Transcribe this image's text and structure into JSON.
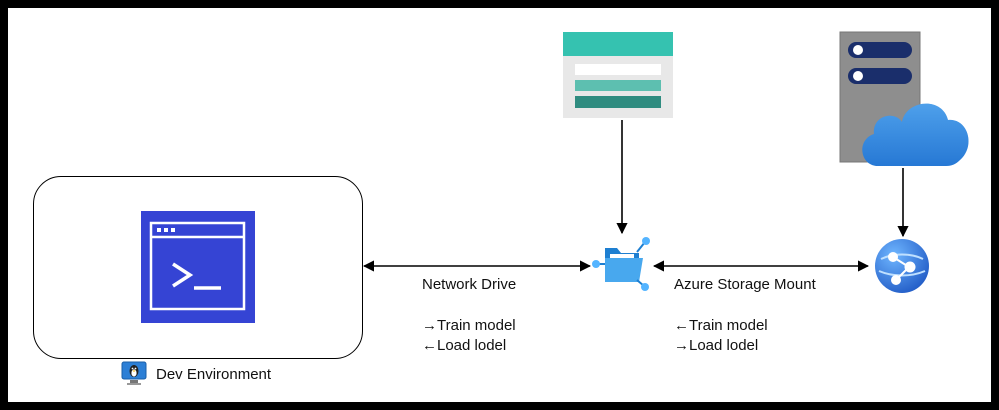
{
  "dev_environment": {
    "label": "Dev Environment"
  },
  "network_drive": {
    "label": "Network Drive",
    "line1": "→Train model",
    "line2": "←Load lodel"
  },
  "azure_storage_mount": {
    "label": "Azure Storage Mount",
    "line1": "←Train model",
    "line2": "→Load lodel"
  },
  "icons": {
    "terminal": "terminal-icon",
    "storage_table": "storage-table-icon",
    "shared_folder": "shared-folder-icon",
    "cloud_server": "cloud-server-icon",
    "web_app": "web-app-icon",
    "linux_vm": "linux-vm-icon"
  },
  "colors": {
    "terminal_bg": "#3544d4",
    "table_teal": "#35c2b0",
    "table_teal_mid": "#5dbfb0",
    "table_teal_dark": "#2f8c80",
    "cloud_blue": "#2b86e0",
    "server_grey": "#8e8e8e",
    "folder_blue": "#1e7fd1",
    "webapp_blue": "#2a6fd0"
  }
}
